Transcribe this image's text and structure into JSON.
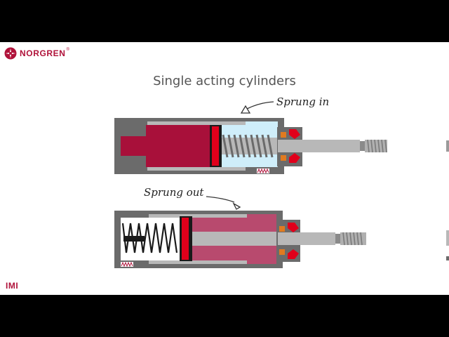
{
  "brand": {
    "name": "NORGREN",
    "footer": "IMI",
    "accent": "#b0123a"
  },
  "diagram": {
    "title": "Single acting cylinders",
    "labels": {
      "sprung_in": "Sprung in",
      "sprung_out": "Sprung out"
    }
  },
  "colors": {
    "body": "#6b6b6b",
    "rod": "#b8b8b8",
    "chamber_full": "#a8103a",
    "chamber_light": "#b84a6e",
    "vented": "#cfeefa",
    "piston_seal": "#e0001b",
    "spring": "#333333",
    "rod_seal": "#e07a20"
  }
}
